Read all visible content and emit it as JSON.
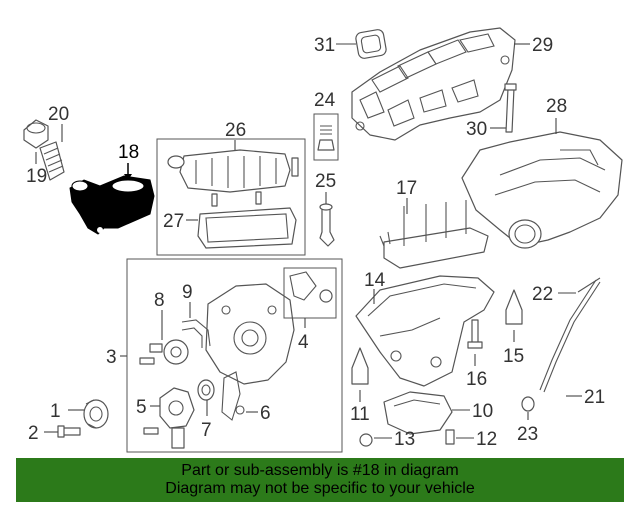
{
  "callouts": {
    "n1": "1",
    "n2": "2",
    "n3": "3",
    "n4": "4",
    "n5": "5",
    "n6": "6",
    "n7": "7",
    "n8": "8",
    "n9": "9",
    "n10": "10",
    "n11": "11",
    "n12": "12",
    "n13": "13",
    "n14": "14",
    "n15": "15",
    "n16": "16",
    "n17": "17",
    "n18": "18",
    "n19": "19",
    "n20": "20",
    "n21": "21",
    "n22": "22",
    "n23": "23",
    "n24": "24",
    "n25": "25",
    "n26": "26",
    "n27": "27",
    "n28": "28",
    "n29": "29",
    "n30": "30",
    "n31": "31"
  },
  "highlighted_part": "18",
  "highlight_color": "#000000",
  "banner": {
    "line1": "Part or sub-assembly is #18 in diagram",
    "line2": "Diagram may not be specific to your vehicle",
    "background": "#2c7a1a"
  }
}
